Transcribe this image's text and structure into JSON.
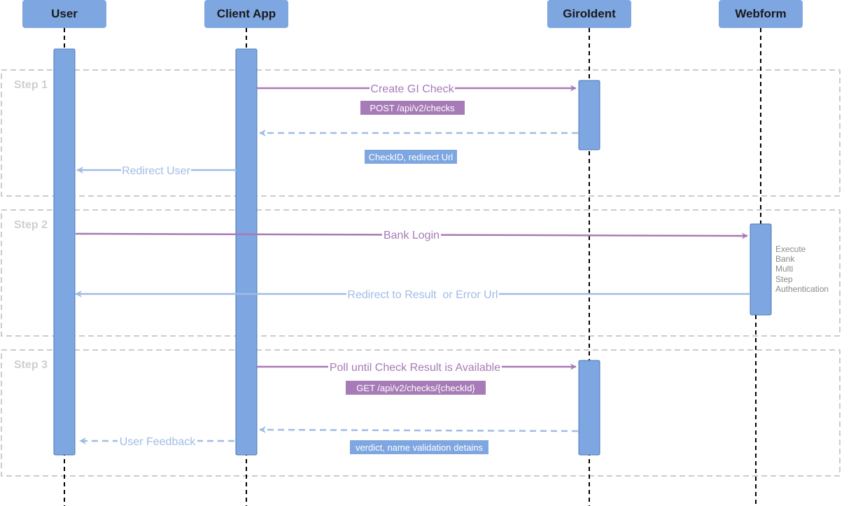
{
  "participants": [
    {
      "id": "user",
      "label": "User"
    },
    {
      "id": "client",
      "label": "Client App"
    },
    {
      "id": "giroident",
      "label": "GiroIdent"
    },
    {
      "id": "webform",
      "label": "Webform"
    }
  ],
  "steps": [
    {
      "label": "Step 1"
    },
    {
      "label": "Step 2"
    },
    {
      "label": "Step 3"
    }
  ],
  "messages": [
    {
      "id": "create-gi-check",
      "from": "client",
      "to": "giroident",
      "label": "Create GI Check",
      "style": "solid",
      "color": "#a77bb7",
      "tag": "POST /api/v2/checks",
      "tag_color": "#a77bb7"
    },
    {
      "id": "checkid-return",
      "from": "giroident",
      "to": "client",
      "label": "",
      "style": "dashed",
      "color": "#9fbde5",
      "tag": "CheckID, redirect Url",
      "tag_color": "#7ea6e0"
    },
    {
      "id": "redirect-user",
      "from": "client",
      "to": "user",
      "label": "Redirect User",
      "style": "solid",
      "color": "#9fbde5",
      "tag": "",
      "tag_color": ""
    },
    {
      "id": "bank-login",
      "from": "user",
      "to": "webform",
      "label": "Bank Login",
      "style": "solid",
      "color": "#a77bb7",
      "tag": "",
      "tag_color": ""
    },
    {
      "id": "redirect-result",
      "from": "webform",
      "to": "user",
      "label": "Redirect to Result  or Error Url",
      "style": "solid",
      "color": "#9fbde5",
      "tag": "",
      "tag_color": ""
    },
    {
      "id": "poll-check",
      "from": "client",
      "to": "giroident",
      "label": "Poll until Check Result is Available",
      "style": "solid",
      "color": "#a77bb7",
      "tag": "GET /api/v2/checks/{checkId}",
      "tag_color": "#a77bb7"
    },
    {
      "id": "verdict-return",
      "from": "giroident",
      "to": "client",
      "label": "",
      "style": "dashed",
      "color": "#9fbde5",
      "tag": "verdict, name validation detains",
      "tag_color": "#7ea6e0"
    },
    {
      "id": "user-feedback",
      "from": "client",
      "to": "user",
      "label": "User Feedback",
      "style": "dashed",
      "color": "#9fbde5",
      "tag": "",
      "tag_color": ""
    }
  ],
  "note": {
    "lines": [
      "Execute",
      "Bank",
      "Multi",
      "Step",
      "Authentication"
    ]
  },
  "colors": {
    "participant_fill": "#7ea6e0",
    "activation_fill": "#7ea6e0",
    "activation_stroke": "#4a79b8",
    "request_arrow": "#a77bb7",
    "response_arrow": "#9fbde5",
    "step_border": "#cccccc"
  }
}
